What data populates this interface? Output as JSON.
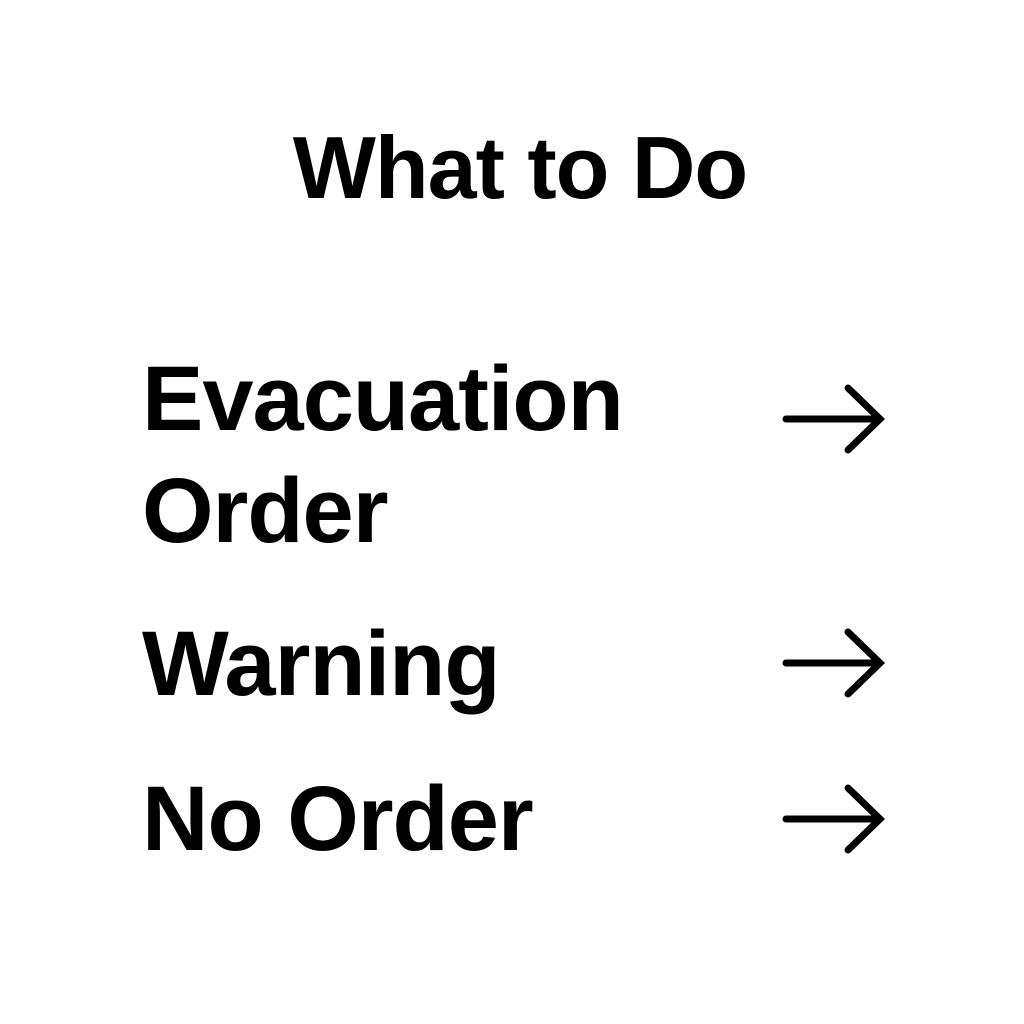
{
  "page": {
    "title": "What to Do",
    "options": [
      {
        "label_line1": "Evacuation",
        "label_line2": "Order",
        "icon": "arrow-right-icon"
      },
      {
        "label_line1": "Warning",
        "icon": "arrow-right-icon"
      },
      {
        "label_line1": "No Order",
        "icon": "arrow-right-icon"
      }
    ]
  }
}
